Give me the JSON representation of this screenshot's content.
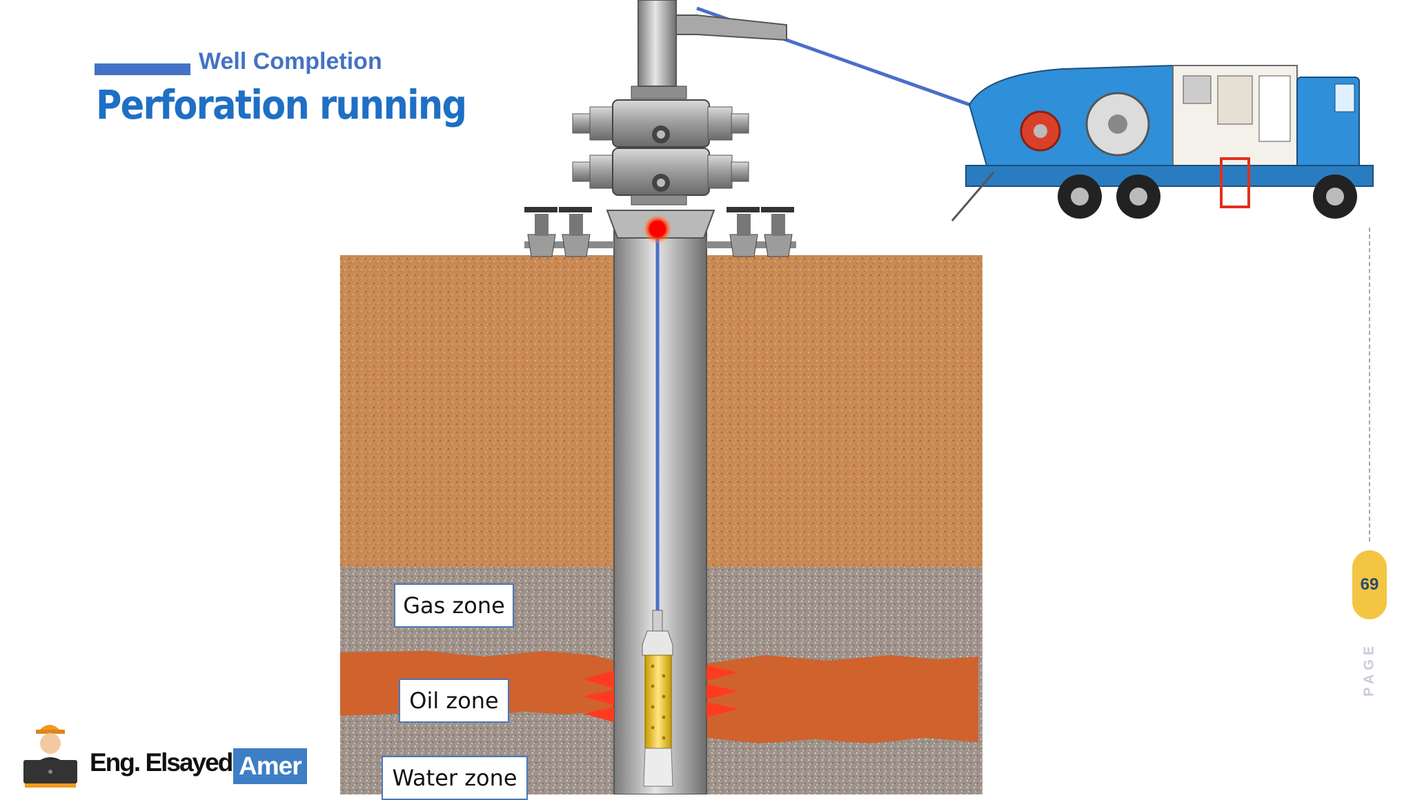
{
  "header": {
    "subtitle": "Well Completion",
    "title": "Perforation running"
  },
  "zones": {
    "gas": "Gas zone",
    "oil": "Oil zone",
    "water": "Water zone"
  },
  "page": {
    "number": "69",
    "label": "PAGE"
  },
  "author": {
    "name_first": "Eng. Elsayed",
    "name_last": "Amer"
  },
  "colors": {
    "title_blue": "#1f6fc5",
    "accent_blue": "#4472c4",
    "soil": "#c98a55",
    "gravel": "#9e928a",
    "oil_layer": "#d0622e",
    "casing": "#9a9a9a",
    "page_badge": "#f4c542",
    "perforation_marker": "#ff0000"
  }
}
